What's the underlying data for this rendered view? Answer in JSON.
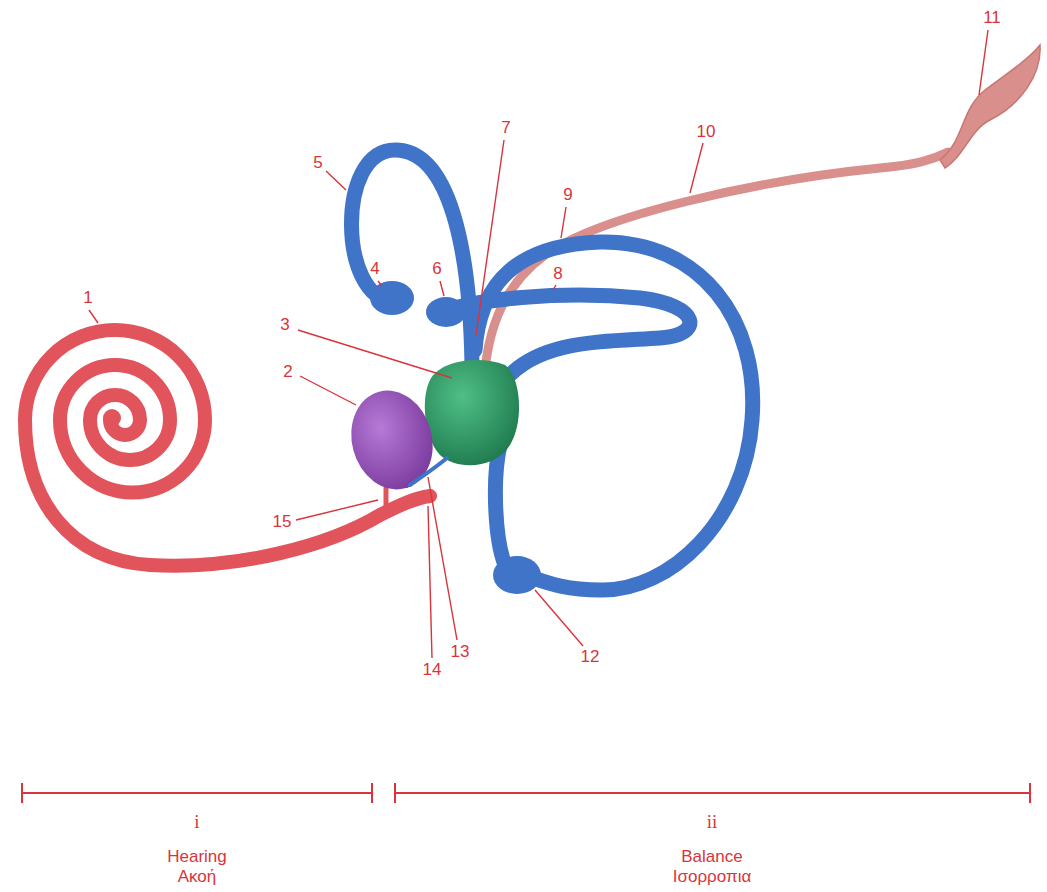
{
  "diagram": {
    "labels": [
      "1",
      "2",
      "3",
      "4",
      "5",
      "6",
      "7",
      "8",
      "9",
      "10",
      "11",
      "12",
      "13",
      "14",
      "15",
      "i",
      "ii",
      "Hearing",
      "Ακοή",
      "Balance",
      "Ισορροπια"
    ]
  }
}
